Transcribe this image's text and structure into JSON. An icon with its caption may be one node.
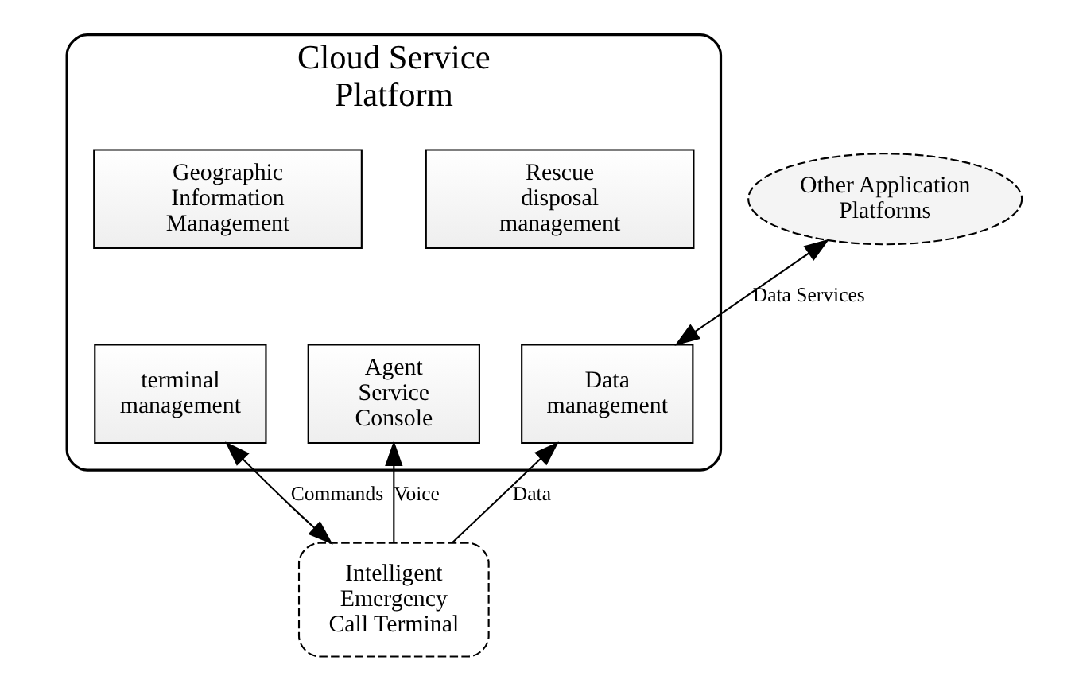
{
  "diagram": {
    "nodes": [
      {
        "text": [
          "Cloud Service Platform"
        ]
      },
      {
        "text": [
          "Geographic Information Management"
        ],
        "in": 0
      },
      {
        "text": [
          "Rescue disposal management"
        ],
        "in": 0
      },
      {
        "text": [
          "terminal management"
        ],
        "in": 0
      },
      {
        "text": [
          "Agent Service Console"
        ],
        "in": 0
      },
      {
        "text": [
          "Data management"
        ],
        "in": 0
      },
      {
        "text": [
          "Other Application Platforms"
        ]
      },
      {
        "text": [
          "Intelligent Emergency Call Terminal"
        ]
      }
    ],
    "edges": [
      {
        "from": 5,
        "to": 6,
        "arrow": "both",
        "label": "Data Services"
      },
      {
        "from": 7,
        "to": 3,
        "arrow": "both",
        "label": "Commands"
      },
      {
        "from": 7,
        "to": 4,
        "arrow": "to",
        "label": "Voice"
      },
      {
        "from": 7,
        "to": 5,
        "arrow": "to",
        "label": "Data"
      }
    ]
  }
}
